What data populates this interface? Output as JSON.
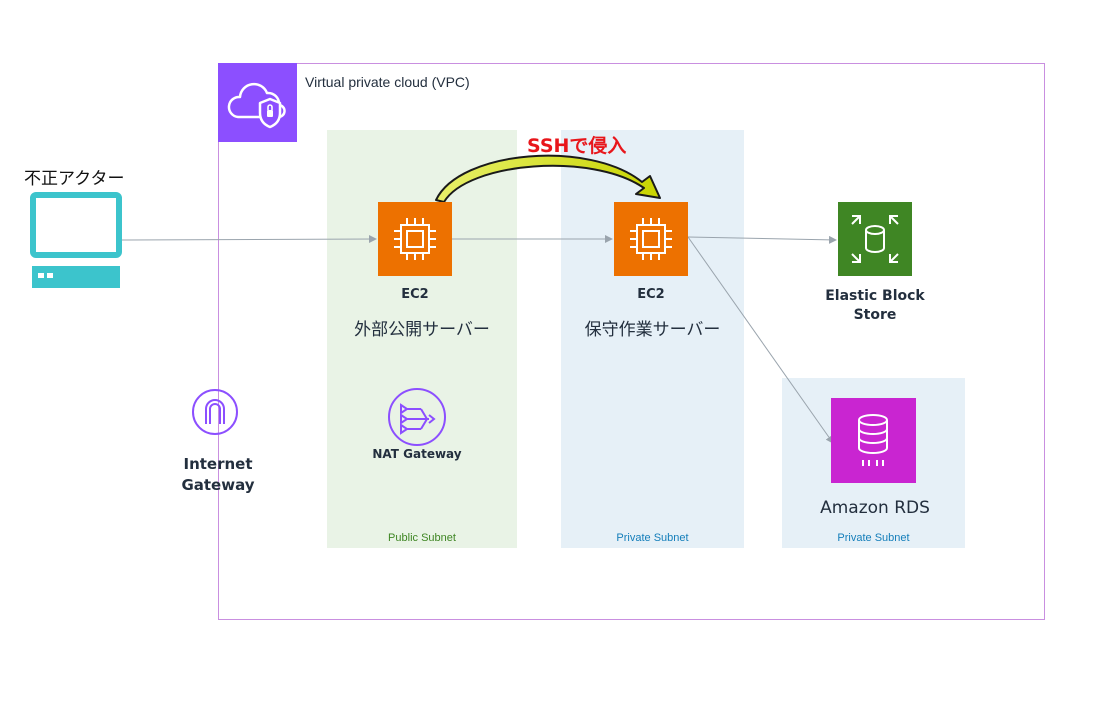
{
  "vpc": {
    "title": "Virtual private cloud (VPC)",
    "icon": "vpc-cloud-shield-icon"
  },
  "actor": {
    "label": "不正アクター",
    "icon": "monitor-icon"
  },
  "internet_gateway": {
    "label_line1": "Internet",
    "label_line2": "Gateway",
    "icon": "internet-gateway-icon"
  },
  "subnets": {
    "public": {
      "label": "Public Subnet"
    },
    "private_1": {
      "label": "Private Subnet"
    },
    "private_2": {
      "label": "Private Subnet"
    }
  },
  "ec2_public": {
    "service": "EC2",
    "name": "外部公開サーバー",
    "icon": "ec2-chip-icon"
  },
  "ec2_private": {
    "service": "EC2",
    "name": "保守作業サーバー",
    "icon": "ec2-chip-icon"
  },
  "nat_gateway": {
    "label": "NAT Gateway",
    "icon": "nat-gateway-icon"
  },
  "ebs": {
    "label_line1": "Elastic Block",
    "label_line2": "Store",
    "icon": "ebs-volume-icon"
  },
  "rds": {
    "label": "Amazon RDS",
    "icon": "rds-database-icon"
  },
  "ssh_arrow": {
    "label": "SSHで侵入"
  },
  "colors": {
    "vpc_border": "#c98fe0",
    "vpc_icon": "#8c4fff",
    "ec2": "#ed7100",
    "ebs": "#3f8624",
    "rds": "#c925d1",
    "public_subnet": "#e9f3e6",
    "private_subnet": "#e6f0f7",
    "ssh_label": "#e8161b",
    "actor_icon": "#3cc4cc"
  }
}
